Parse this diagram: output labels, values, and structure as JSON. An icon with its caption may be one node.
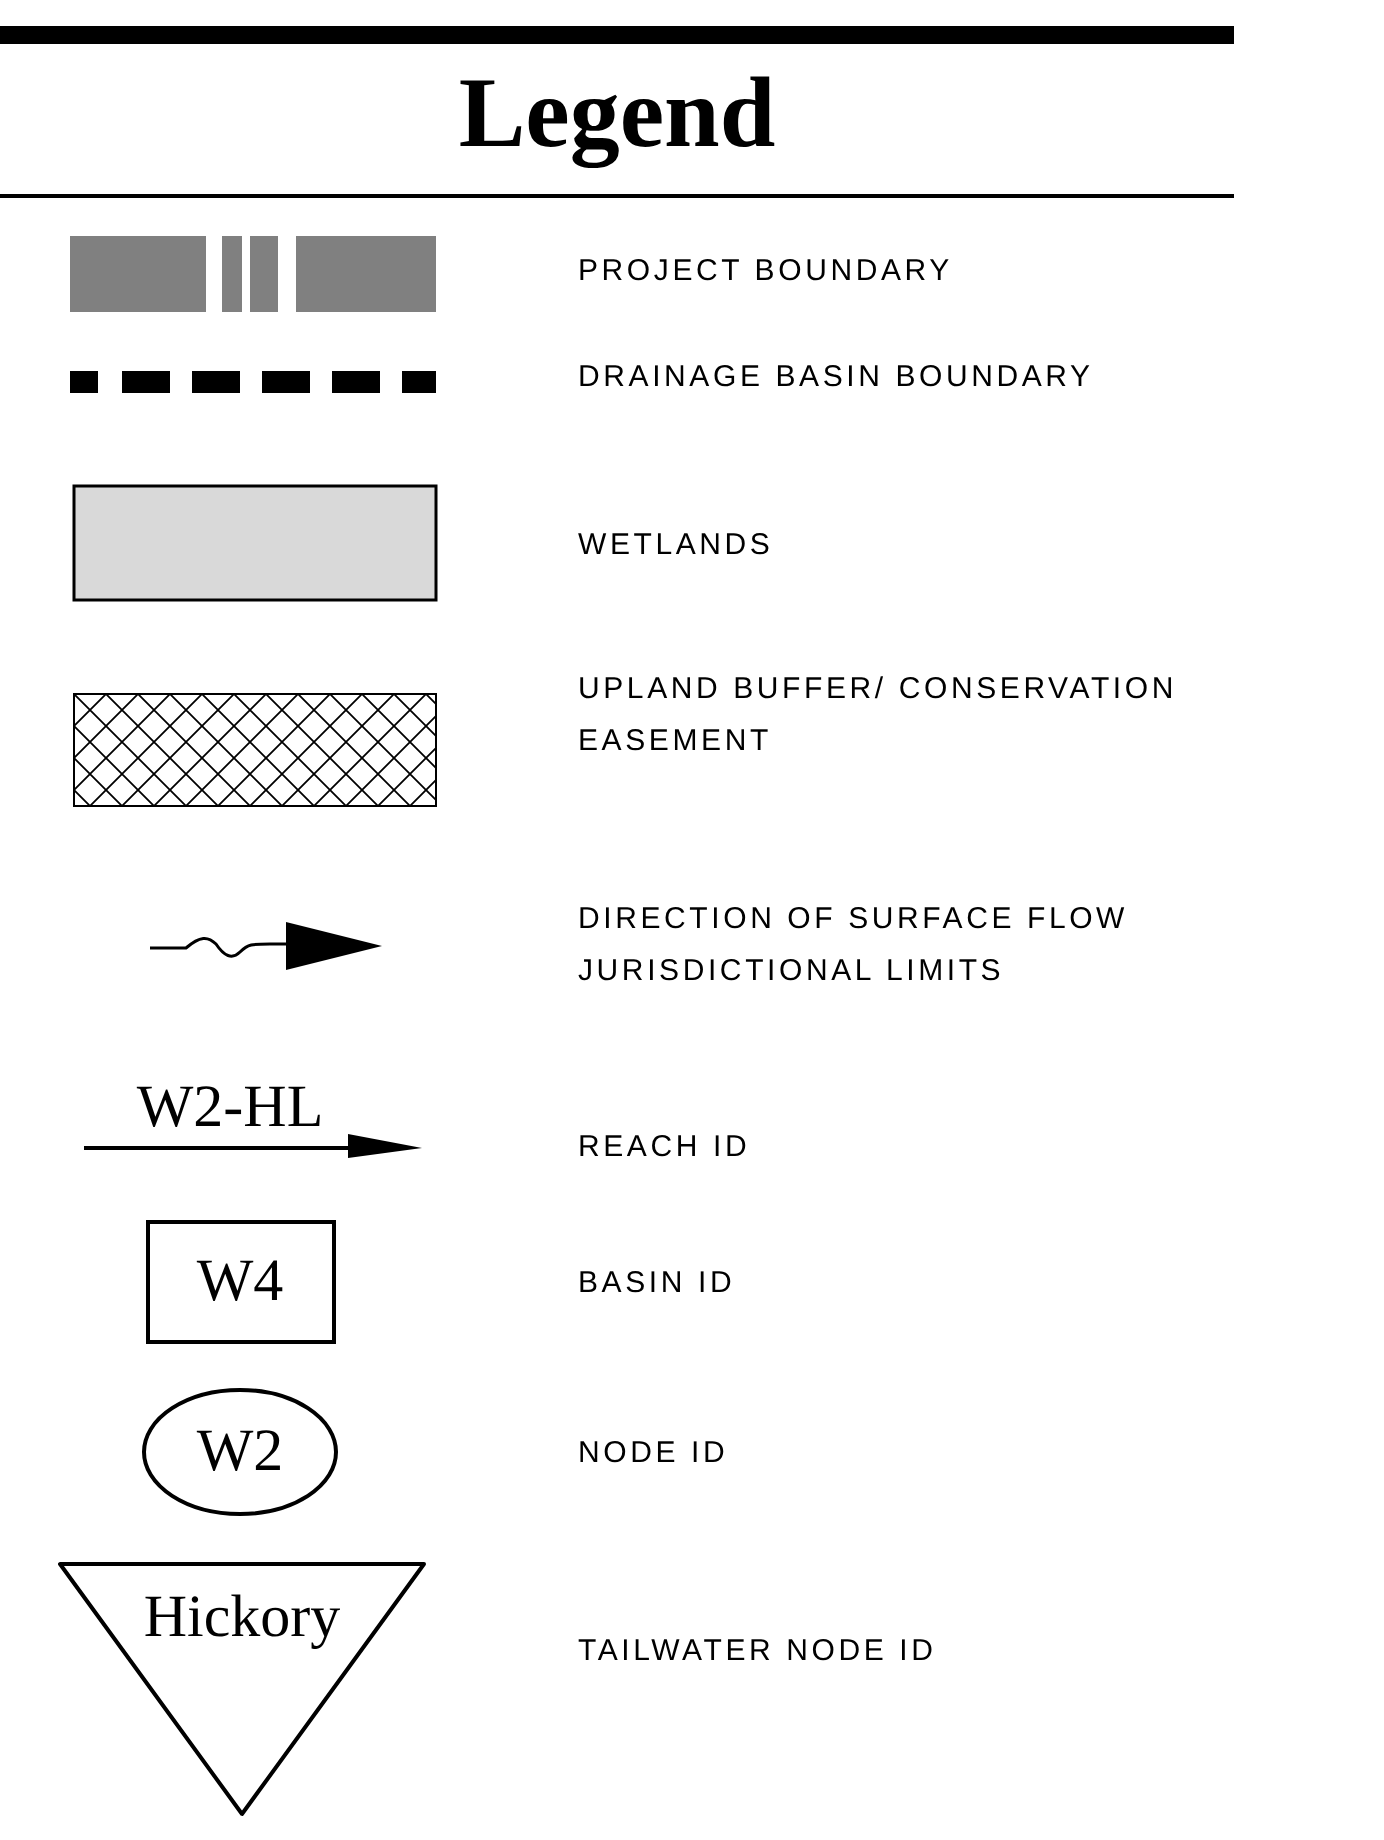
{
  "diagram": {
    "title": "Legend",
    "labels": [
      "W2-HL",
      "W4",
      "W2",
      "Hickory"
    ],
    "legend": [
      {
        "text": "PROJECT BOUNDARY"
      },
      {
        "text": "DRAINAGE BASIN BOUNDARY"
      },
      {
        "text": "WETLANDS",
        "color": "#d9d9d9"
      },
      {
        "text": "UPLAND BUFFER/ CONSERVATION EASEMENT"
      },
      {
        "text": "DIRECTION OF SURFACE FLOW JURISDICTIONAL LIMITS"
      },
      {
        "text": "REACH ID"
      },
      {
        "text": "BASIN ID"
      },
      {
        "text": "NODE ID"
      },
      {
        "text": "TAILWATER NODE ID"
      }
    ]
  }
}
